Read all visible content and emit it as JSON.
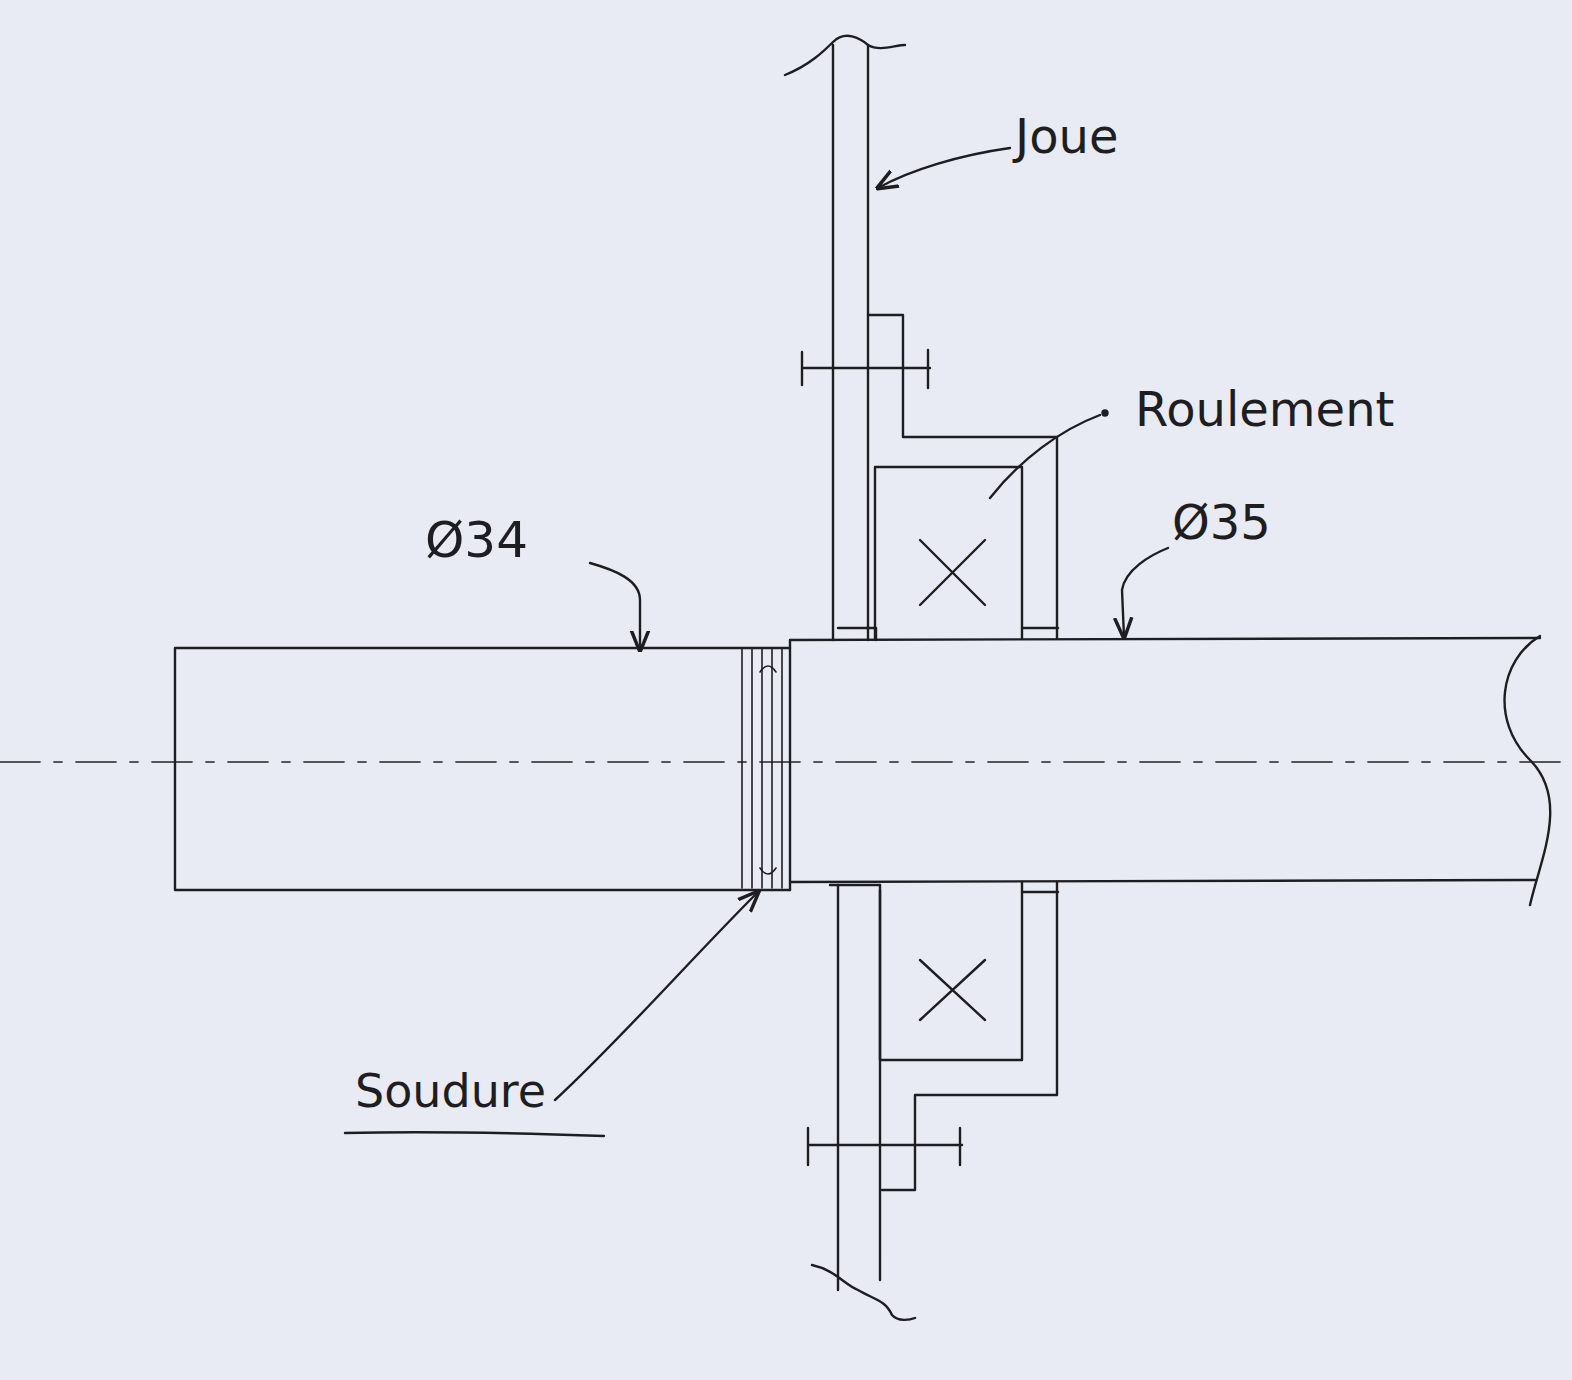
{
  "diagram": {
    "labels": [
      "Joue",
      "Roulement",
      "Ø34",
      "Ø35",
      "Soudure"
    ]
  }
}
